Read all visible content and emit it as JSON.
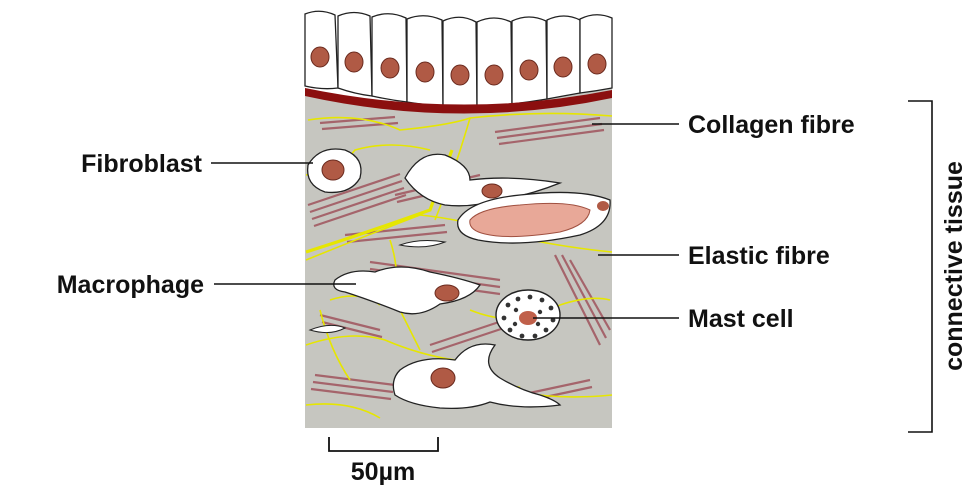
{
  "labels": {
    "fibroblast": "Fibroblast",
    "macrophage": "Macrophage",
    "collagen": "Collagen fibre",
    "elastic": "Elastic fibre",
    "mast": "Mast cell",
    "tissue": "connective tissue",
    "scale": "50µm"
  },
  "colors": {
    "ground": "#c6c6c0",
    "basement": "#8b0f0f",
    "nucleus": "#b05a45",
    "collagen": "#a5646b",
    "elastic": "#e6e600",
    "cell": "#ffffff"
  }
}
